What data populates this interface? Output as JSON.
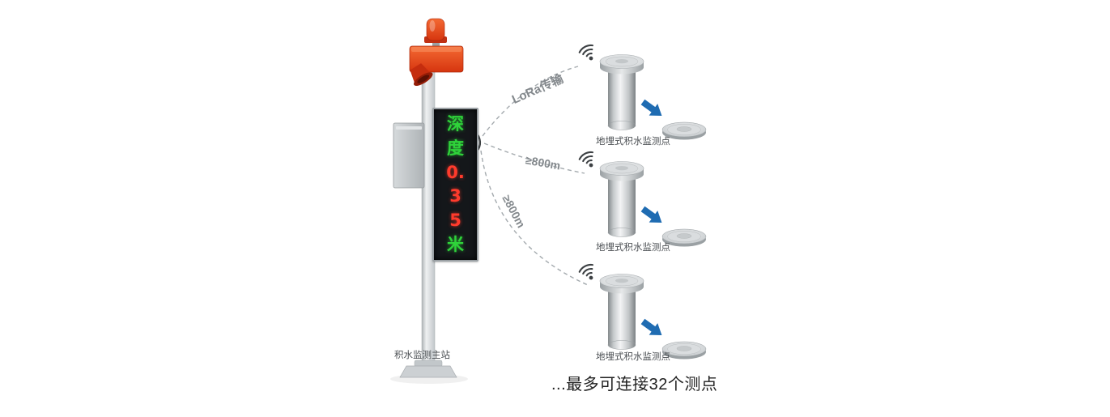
{
  "station": {
    "label": "积水监测主站",
    "display_rows": [
      {
        "ch": "深",
        "color": "green"
      },
      {
        "ch": "度",
        "color": "green"
      },
      {
        "ch": "0.",
        "color": "red"
      },
      {
        "ch": "3",
        "color": "red"
      },
      {
        "ch": "5",
        "color": "red"
      },
      {
        "ch": "米",
        "color": "green"
      }
    ]
  },
  "links": [
    {
      "label": "LoRa传输"
    },
    {
      "label": "≥800m"
    },
    {
      "label": "≥800m"
    }
  ],
  "sensors": [
    {
      "label": "地埋式积水监测点"
    },
    {
      "label": "地埋式积水监测点"
    },
    {
      "label": "地埋式积水监测点"
    }
  ],
  "footer": {
    "caption": "...最多可连接32个测点"
  },
  "colors": {
    "alarm_red": "#d6350f",
    "led_green": "#2fd33a",
    "led_red": "#ff3b2c",
    "arrow_blue": "#1f6cb2",
    "link_gray": "#a4aaae",
    "steel_light": "#f3f4f5",
    "steel_dark": "#7d8285"
  }
}
